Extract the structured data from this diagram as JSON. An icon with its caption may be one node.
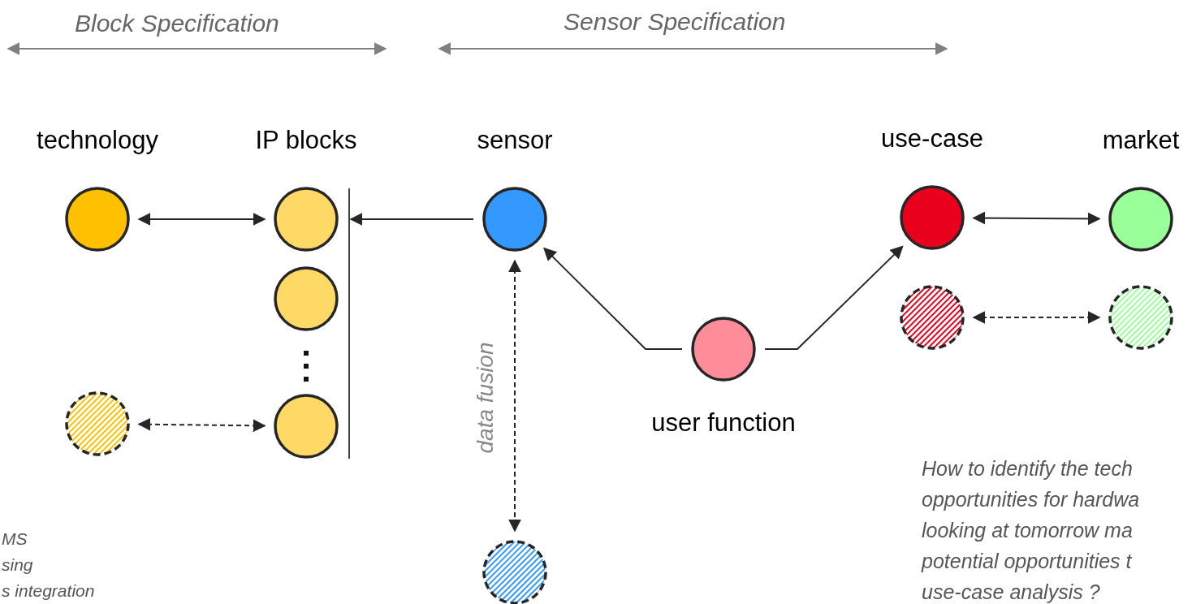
{
  "diagram": {
    "nodes": [
      {
        "text": [
          "technology"
        ]
      },
      {
        "text": [
          "IP blocks"
        ]
      },
      {
        "text": [
          "sensor"
        ]
      },
      {
        "text": [
          "use-case"
        ]
      },
      {
        "text": [
          "market"
        ]
      },
      {
        "text": [],
        "shape": "circle"
      },
      {
        "text": [],
        "shape": "circle"
      },
      {
        "text": [],
        "shape": "circle"
      },
      {
        "text": [
          "user function"
        ]
      },
      {
        "text": [],
        "shape": "circle"
      },
      {
        "text": [],
        "shape": "circle"
      },
      {
        "text": [],
        "shape": "circle"
      },
      {
        "text": [],
        "shape": "bar"
      }
    ],
    "edges": [
      {
        "from": 0,
        "to": 1,
        "arrow": "both"
      },
      {
        "from": 6,
        "to": 7,
        "arrow": "both",
        "style": "dashed"
      },
      {
        "from": 2,
        "to": 12,
        "arrow": "to"
      },
      {
        "from": 8,
        "to": 2,
        "arrow": "to"
      },
      {
        "from": 8,
        "to": 3,
        "arrow": "to"
      },
      {
        "from": 3,
        "to": 4,
        "arrow": "both"
      },
      {
        "from": 9,
        "to": 10,
        "arrow": "both",
        "style": "dashed"
      },
      {
        "from": 2,
        "to": 11,
        "arrow": "both",
        "style": "dashed",
        "label": "data fusion"
      }
    ],
    "labels": [
      "Block Specification",
      "Sensor Specification",
      "MS",
      "sing",
      "s integration",
      "How to identify the tech",
      "opportunities for hardwa",
      "looking at tomorrow ma",
      "potential opportunities t",
      "use-case analysis ?"
    ]
  }
}
